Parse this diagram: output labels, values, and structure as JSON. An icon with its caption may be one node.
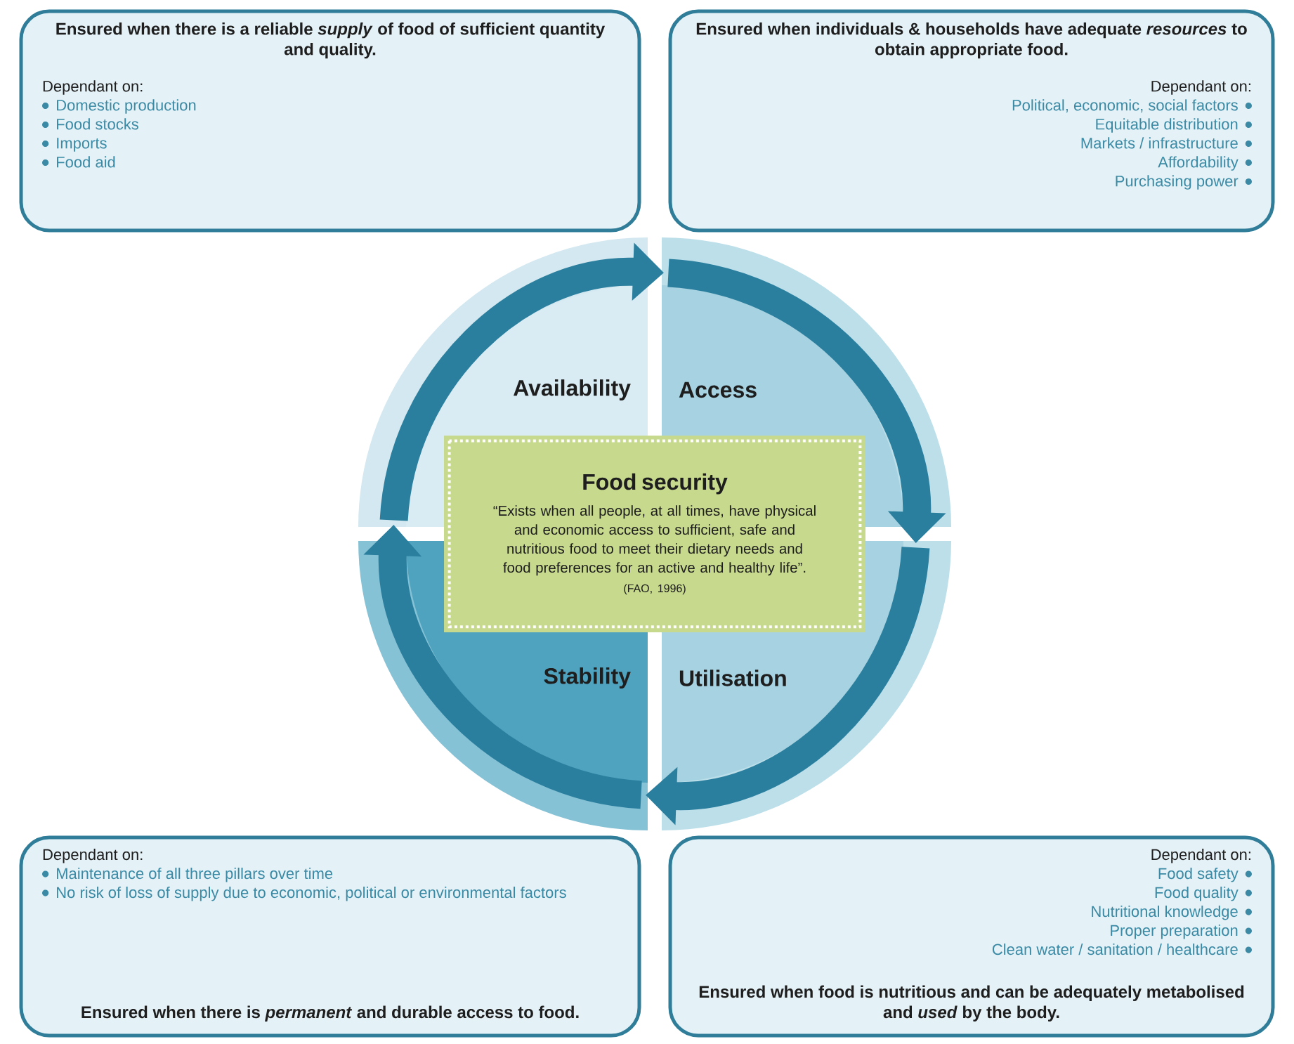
{
  "diagram": {
    "nodes": [
      {
        "text": [
          "Ensured when there is a reliable *supply* of food of sufficient quantity and quality.",
          "Dependant on:",
          "Domestic production",
          "Food stocks",
          "Imports",
          "Food aid"
        ]
      },
      {
        "text": [
          "Ensured when individuals & households have adequate *resources* to obtain appropriate food.",
          "Dependant on:",
          "Political, economic, social factors",
          "Equitable distribution",
          "Markets / infrastructure",
          "Affordability",
          "Purchasing power"
        ]
      },
      {
        "text": [
          "Availability"
        ]
      },
      {
        "text": [
          "Access"
        ]
      },
      {
        "text": [
          "Food security",
          "“Exists when all people, at all times, have physical and economic access to sufficient, safe and nutritious food to meet their dietary needs and food preferences for an active and healthy life”.",
          "(FAO, 1996)"
        ]
      },
      {
        "text": [
          "Stability"
        ]
      },
      {
        "text": [
          "Utilisation"
        ]
      },
      {
        "text": [
          "Dependant on:",
          "Maintenance of all three pillars over time",
          "No risk of loss of supply due to economic, political or environmental factors",
          "Ensured when there is *permanent* and durable access to food."
        ]
      },
      {
        "text": [
          "Dependant on:",
          "Food safety",
          "Food quality",
          "Nutritional knowledge",
          "Proper preparation",
          "Clean water / sanitation / healthcare",
          "Ensured when food is nutritious and can be adequately metabolised and *used* by the body."
        ]
      }
    ],
    "edges": [
      {
        "from": 2,
        "to": 3,
        "arrow": "to"
      },
      {
        "from": 3,
        "to": 6,
        "arrow": "to"
      },
      {
        "from": 6,
        "to": 5,
        "arrow": "to"
      },
      {
        "from": 5,
        "to": 2,
        "arrow": "to"
      }
    ]
  }
}
